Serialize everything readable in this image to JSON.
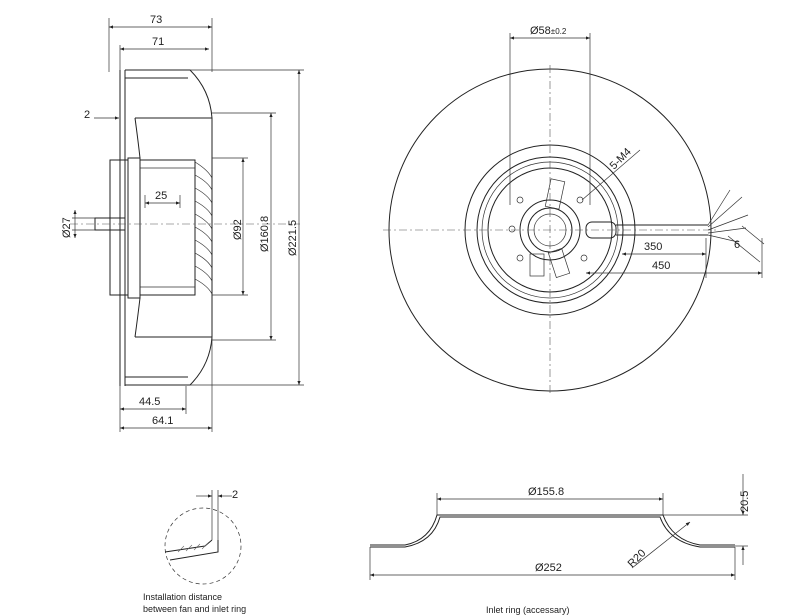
{
  "side_view": {
    "width_73": "73",
    "width_71": "71",
    "offset_2": "2",
    "hub_25": "25",
    "dia_27": "Ø27",
    "dia_92": "Ø92",
    "dia_160_8": "Ø160.8",
    "dia_221_5": "Ø221.5",
    "depth_44_5": "44.5",
    "depth_64_1": "64.1"
  },
  "front_view": {
    "dia_58": "Ø58",
    "dia_58_tol": "±0.2",
    "thread": "5-M4",
    "cable_350": "350",
    "cable_450": "450",
    "wire_6": "6"
  },
  "detail": {
    "gap_2": "2",
    "caption_line1": "Installation distance",
    "caption_line2": "between fan and inlet ring"
  },
  "inlet_ring": {
    "dia_155_8": "Ø155.8",
    "height_20_5": "20.5",
    "radius": "R20",
    "dia_252": "Ø252",
    "caption": "Inlet ring  (accessary)"
  },
  "colors": {
    "line": "#222222",
    "background": "#ffffff"
  }
}
